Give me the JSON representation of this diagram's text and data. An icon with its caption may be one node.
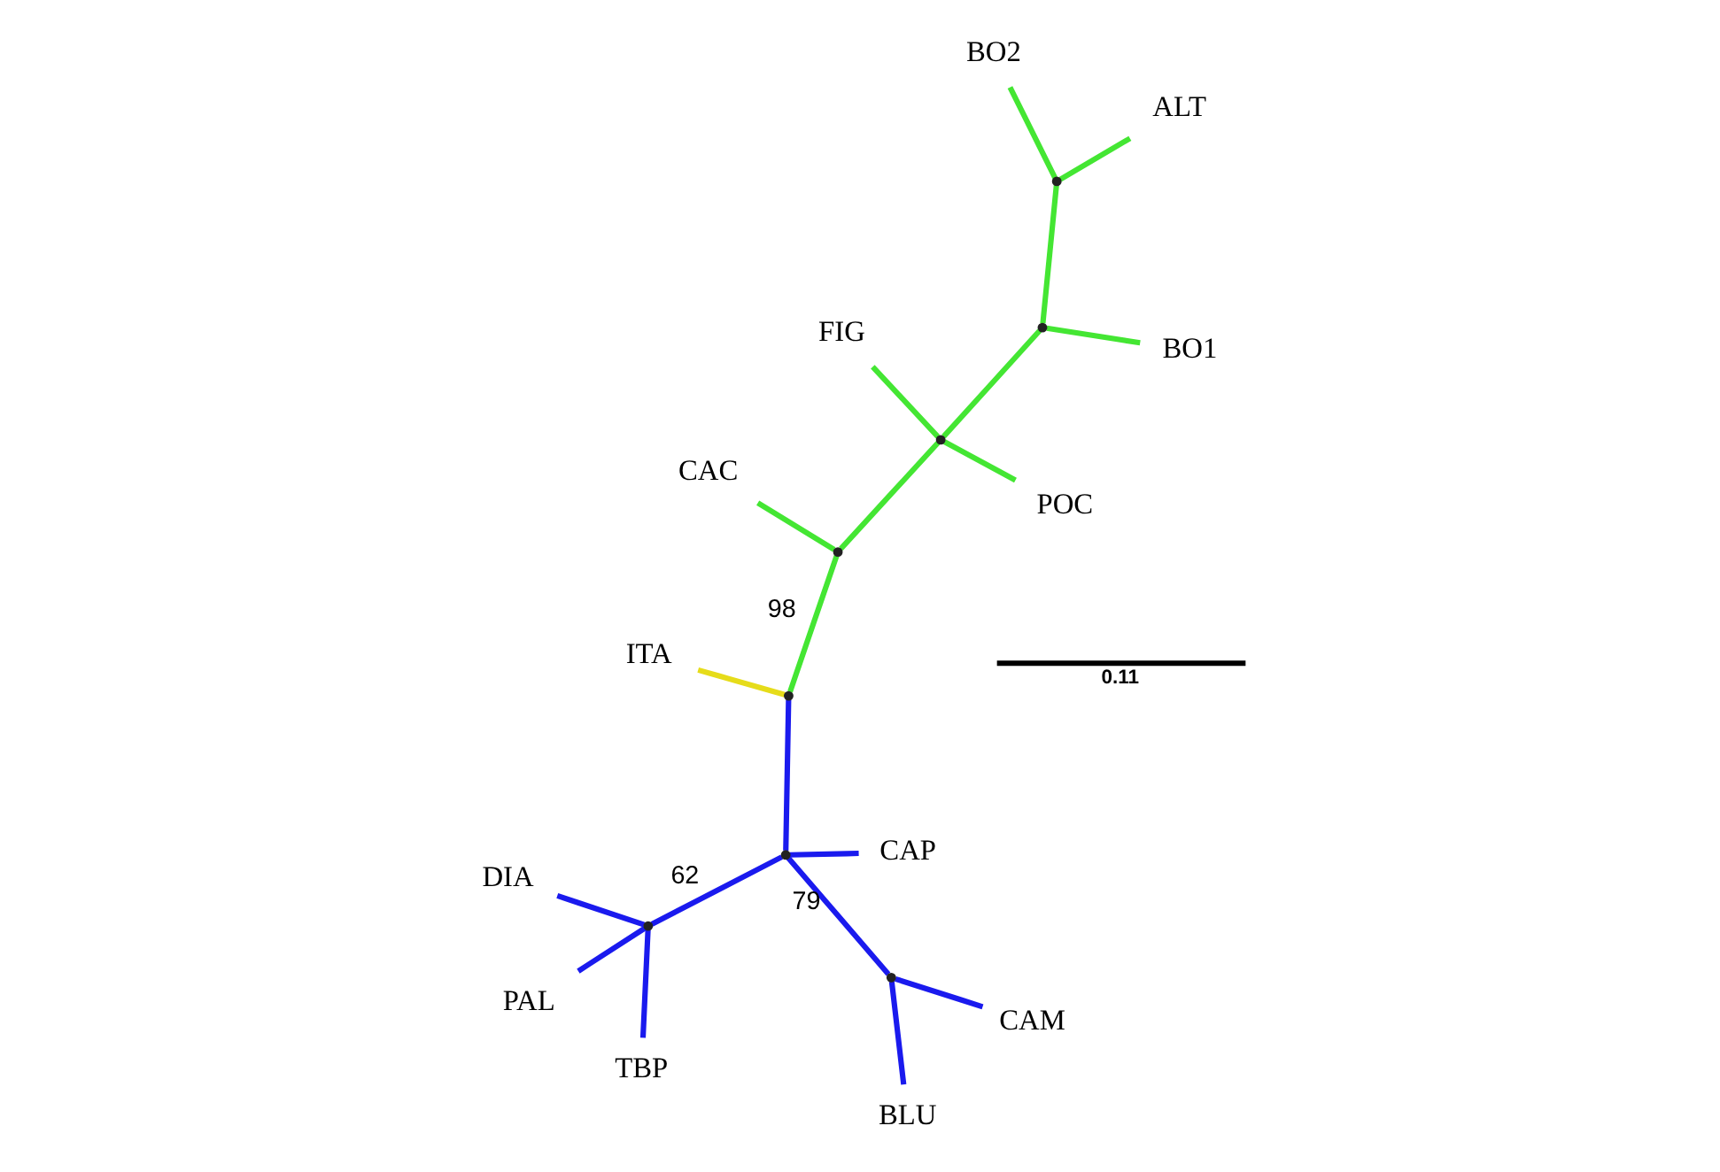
{
  "diagram": {
    "nodes": [
      {
        "text": [
          "BO2"
        ]
      },
      {
        "text": [
          "BO1"
        ]
      },
      {
        "text": [
          "ALT"
        ]
      },
      {
        "text": [
          "FIG"
        ]
      },
      {
        "text": [
          "POC"
        ]
      },
      {
        "text": [
          "CAC"
        ]
      },
      {
        "text": [
          "ITA"
        ]
      },
      {
        "text": [
          "CAP"
        ]
      },
      {
        "text": [
          "DIA"
        ]
      },
      {
        "text": [
          "TBP"
        ]
      },
      {
        "text": [
          "PAL"
        ]
      },
      {
        "text": [
          "BLU"
        ]
      },
      {
        "text": [
          "CAM"
        ]
      },
      {
        "text": [],
        "shape": "point"
      },
      {
        "text": [],
        "shape": "point"
      },
      {
        "text": [],
        "shape": "point"
      },
      {
        "text": [],
        "shape": "point"
      },
      {
        "text": [],
        "shape": "point"
      },
      {
        "text": [],
        "shape": "point"
      },
      {
        "text": [],
        "shape": "point"
      },
      {
        "text": [],
        "shape": "point"
      }
    ],
    "edges": [
      {
        "from": 13,
        "to": 0,
        "arrow": "none",
        "color": "#44e633"
      },
      {
        "from": 13,
        "to": 2,
        "arrow": "none",
        "color": "#44e633"
      },
      {
        "from": 14,
        "to": 13,
        "arrow": "none",
        "color": "#44e633"
      },
      {
        "from": 14,
        "to": 1,
        "arrow": "none",
        "color": "#44e633"
      },
      {
        "from": 15,
        "to": 14,
        "arrow": "none",
        "color": "#44e633"
      },
      {
        "from": 15,
        "to": 3,
        "arrow": "none",
        "color": "#44e633"
      },
      {
        "from": 15,
        "to": 4,
        "arrow": "none",
        "color": "#44e633"
      },
      {
        "from": 16,
        "to": 15,
        "arrow": "none",
        "color": "#44e633"
      },
      {
        "from": 16,
        "to": 5,
        "arrow": "none",
        "color": "#44e633"
      },
      {
        "from": 17,
        "to": 16,
        "arrow": "none",
        "label": "98",
        "color": "#44e633"
      },
      {
        "from": 17,
        "to": 6,
        "arrow": "none",
        "color": "#e6dc1a"
      },
      {
        "from": 17,
        "to": 18,
        "arrow": "none",
        "color": "#1a1aee"
      },
      {
        "from": 18,
        "to": 7,
        "arrow": "none",
        "color": "#1a1aee"
      },
      {
        "from": 18,
        "to": 19,
        "arrow": "none",
        "label": "62",
        "color": "#1a1aee"
      },
      {
        "from": 19,
        "to": 8,
        "arrow": "none",
        "color": "#1a1aee"
      },
      {
        "from": 19,
        "to": 9,
        "arrow": "none",
        "color": "#1a1aee"
      },
      {
        "from": 19,
        "to": 10,
        "arrow": "none",
        "color": "#1a1aee"
      },
      {
        "from": 18,
        "to": 20,
        "arrow": "none",
        "label": "79",
        "color": "#1a1aee"
      },
      {
        "from": 20,
        "to": 11,
        "arrow": "none",
        "color": "#1a1aee"
      },
      {
        "from": 20,
        "to": 12,
        "arrow": "none",
        "color": "#1a1aee"
      }
    ],
    "labels": [
      "0.11"
    ]
  }
}
